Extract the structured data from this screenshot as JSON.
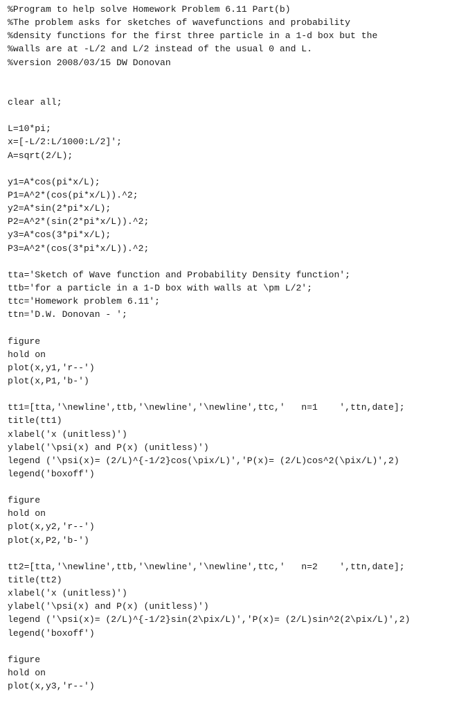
{
  "document": {
    "lines": [
      "%Program to help solve Homework Problem 6.11 Part(b)",
      "%The problem asks for sketches of wavefunctions and probability",
      "%density functions for the first three particle in a 1-d box but the",
      "%walls are at -L/2 and L/2 instead of the usual 0 and L.",
      "%version 2008/03/15 DW Donovan",
      "",
      "",
      "clear all;",
      "",
      "L=10*pi;",
      "x=[-L/2:L/1000:L/2]';",
      "A=sqrt(2/L);",
      "",
      "y1=A*cos(pi*x/L);",
      "P1=A^2*(cos(pi*x/L)).^2;",
      "y2=A*sin(2*pi*x/L);",
      "P2=A^2*(sin(2*pi*x/L)).^2;",
      "y3=A*cos(3*pi*x/L);",
      "P3=A^2*(cos(3*pi*x/L)).^2;",
      "",
      "tta='Sketch of Wave function and Probability Density function';",
      "ttb='for a particle in a 1-D box with walls at \\pm L/2';",
      "ttc='Homework problem 6.11';",
      "ttn='D.W. Donovan - ';",
      "",
      "figure",
      "hold on",
      "plot(x,y1,'r--')",
      "plot(x,P1,'b-')",
      "",
      "tt1=[tta,'\\newline',ttb,'\\newline','\\newline',ttc,'   n=1    ',ttn,date];",
      "title(tt1)",
      "xlabel('x (unitless)')",
      "ylabel('\\psi(x) and P(x) (unitless)')",
      "legend ('\\psi(x)= (2/L)^{-1/2}cos(\\pix/L)','P(x)= (2/L)cos^2(\\pix/L)',2)",
      "legend('boxoff')",
      "",
      "figure",
      "hold on",
      "plot(x,y2,'r--')",
      "plot(x,P2,'b-')",
      "",
      "tt2=[tta,'\\newline',ttb,'\\newline','\\newline',ttc,'   n=2    ',ttn,date];",
      "title(tt2)",
      "xlabel('x (unitless)')",
      "ylabel('\\psi(x) and P(x) (unitless)')",
      "legend ('\\psi(x)= (2/L)^{-1/2}sin(2\\pix/L)','P(x)= (2/L)sin^2(2\\pix/L)',2)",
      "legend('boxoff')",
      "",
      "figure",
      "hold on",
      "plot(x,y3,'r--')"
    ]
  }
}
